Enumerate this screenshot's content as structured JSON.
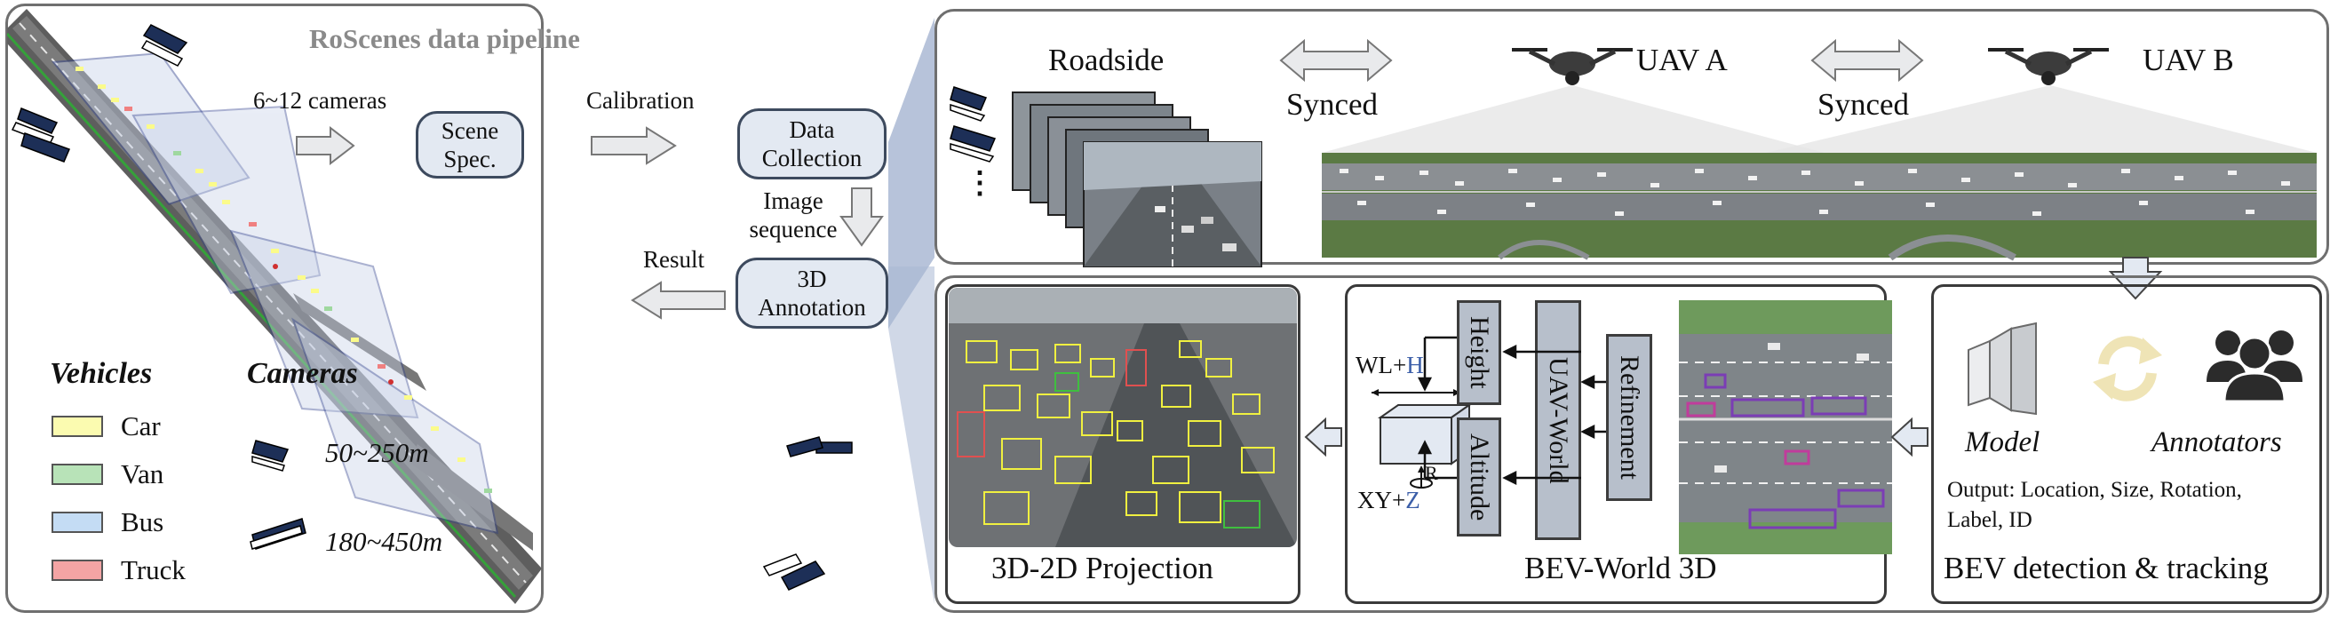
{
  "pipeline": {
    "title": "RoScenes data pipeline",
    "cameras_label": "6~12 cameras",
    "scene_spec": "Scene Spec.",
    "calibration": "Calibration",
    "data_collection": "Data Collection",
    "image_sequence": "Image sequence",
    "annotation_3d": "3D Annotation",
    "result": "Result"
  },
  "legend": {
    "vehicles_title": "Vehicles",
    "vehicles": [
      {
        "label": "Car",
        "color": "#fbfbb0"
      },
      {
        "label": "Van",
        "color": "#b8e3b8"
      },
      {
        "label": "Bus",
        "color": "#c4dcf4"
      },
      {
        "label": "Truck",
        "color": "#f4a4a4"
      }
    ],
    "cameras_title": "Cameras",
    "cameras": [
      {
        "label": "50~250m"
      },
      {
        "label": "180~450m"
      }
    ]
  },
  "capture": {
    "roadside": "Roadside",
    "uav_a": "UAV A",
    "uav_b": "UAV B",
    "synced_1": "Synced",
    "synced_2": "Synced",
    "ellipsis": "⋮"
  },
  "projection": {
    "caption": "3D-2D Projection"
  },
  "bev_world": {
    "caption": "BEV-World 3D",
    "height": "Height",
    "altitude": "Altitude",
    "uav_world": "UAV-World",
    "refinement": "Refinement",
    "wl_h": "WL+H",
    "xy_z": "XY+Z",
    "r": "R"
  },
  "bev_detection": {
    "caption": "BEV detection & tracking",
    "model": "Model",
    "annotators": "Annotators",
    "output_line1": "Output: Location, Size, Rotation,",
    "output_line2": "Label, ID"
  },
  "colors": {
    "arrow_fill": "#e9eaec",
    "box_fill": "#e3e9f2",
    "accent_blue": "#3b5ea8",
    "projection_fill": "#aab8d4"
  }
}
